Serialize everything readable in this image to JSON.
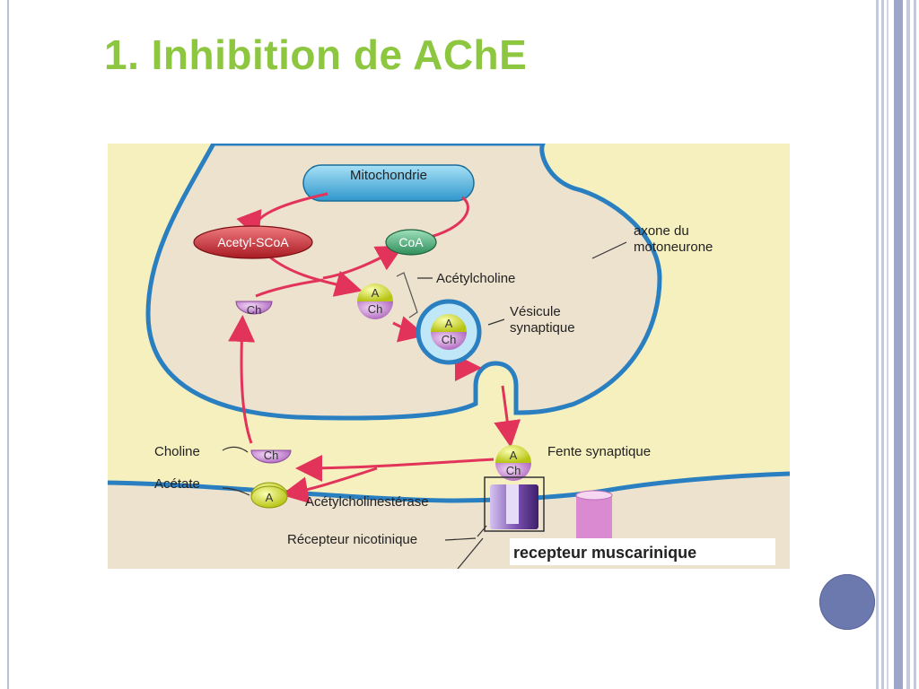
{
  "slide": {
    "title": "1. Inhibition de AChE"
  },
  "diagram": {
    "labels": {
      "mitochondrie": "Mitochondrie",
      "acetyl_scoa": "Acetyl-SCoA",
      "coa": "CoA",
      "acetylcholine": "Acétylcholine",
      "vesicule_line1": "Vésicule",
      "vesicule_line2": "synaptique",
      "axone_line1": "axone du",
      "axone_line2": "motoneurone",
      "fente": "Fente synaptique",
      "choline": "Choline",
      "acetate": "Acétate",
      "ache": "Acétylcholinestérase",
      "recepteur_nicotinique": "Récepteur nicotinique",
      "recepteur_muscarinique": "recepteur muscarinique"
    },
    "molecules": {
      "a": "A",
      "ch": "Ch"
    },
    "colors": {
      "background": "#f6f0bf",
      "cell": "#ede2cd",
      "membrane": "#2a7fc0",
      "arrow": "#e2335a",
      "mito": "#3ea8d8",
      "acetyl": "#c8262e",
      "coa": "#3aa06a",
      "ch": "#c88ad0",
      "a": "#d8e23a",
      "receptor": "#7a4fb0",
      "muscarinic": "#d98ad0"
    }
  }
}
